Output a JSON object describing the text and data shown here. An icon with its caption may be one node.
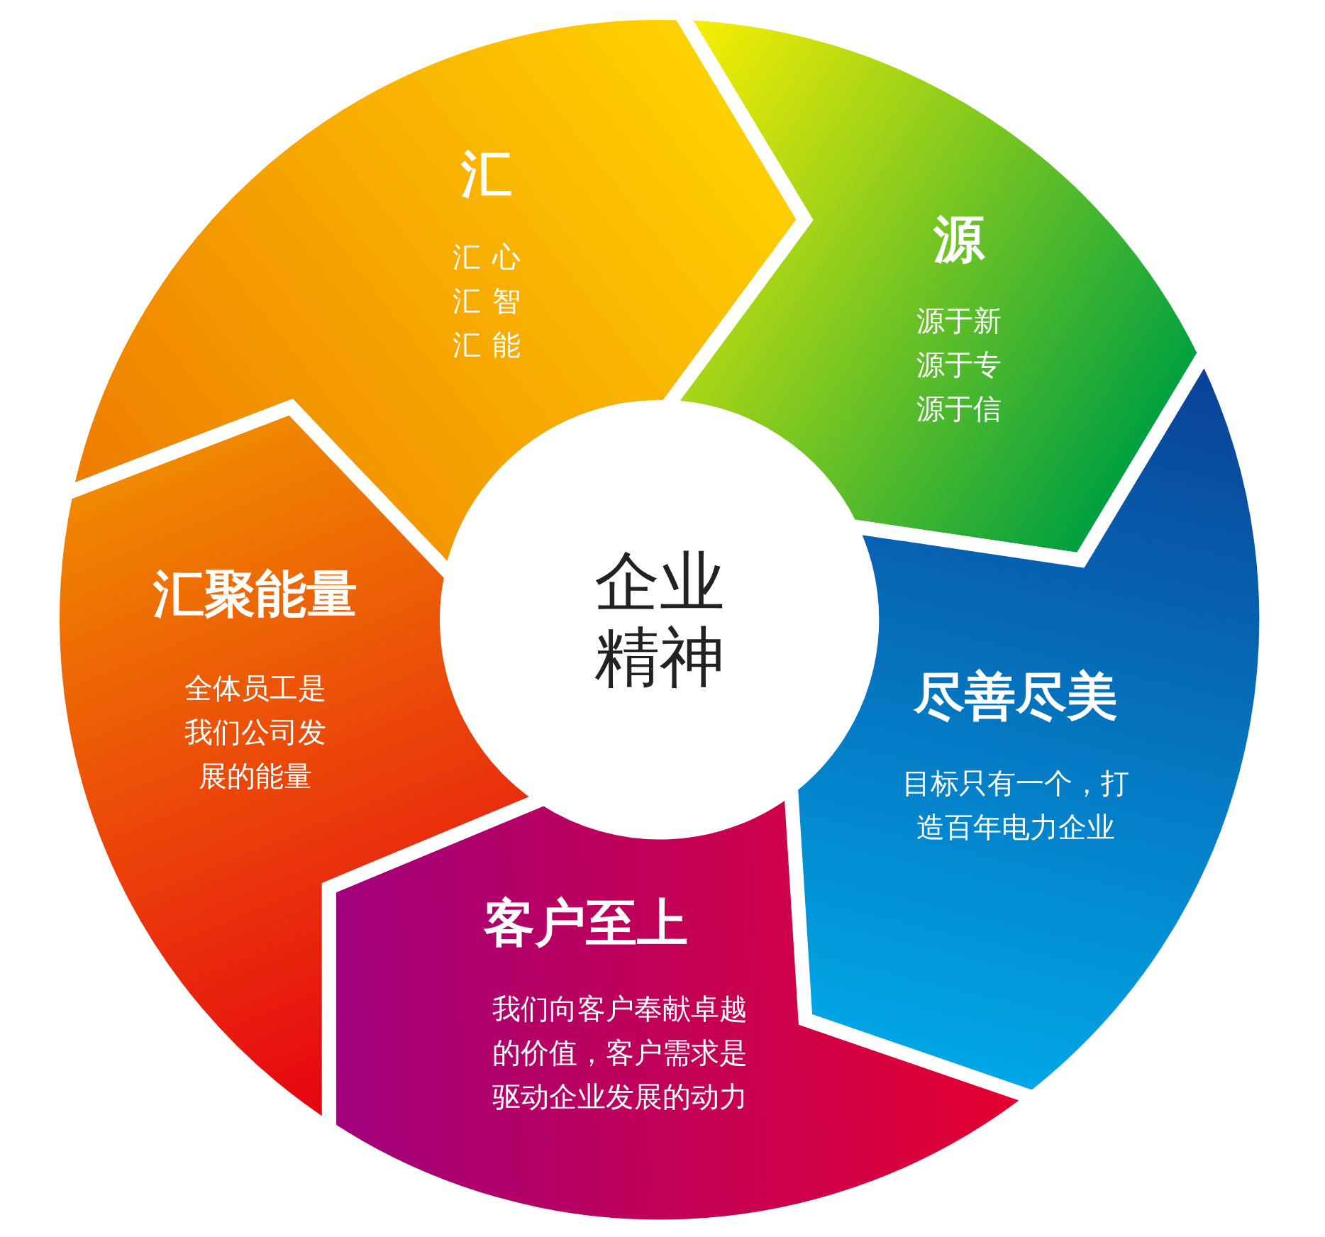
{
  "diagram": {
    "nodes": [
      {
        "text": [
          "汇",
          "汇心汇智汇能"
        ]
      },
      {
        "text": [
          "源",
          "源于新源于专源于信"
        ]
      },
      {
        "text": [
          "尽善尽美",
          "目标只有一个，打造百年电力企业"
        ]
      },
      {
        "text": [
          "客户至上",
          "我们向客户奉献卓越的价值，客户需求是驱动企业发展的动力"
        ]
      },
      {
        "text": [
          "汇聚能量",
          "全体员工是我们公司发展的能量"
        ]
      },
      {
        "text": [
          "企业精神"
        ]
      }
    ]
  }
}
